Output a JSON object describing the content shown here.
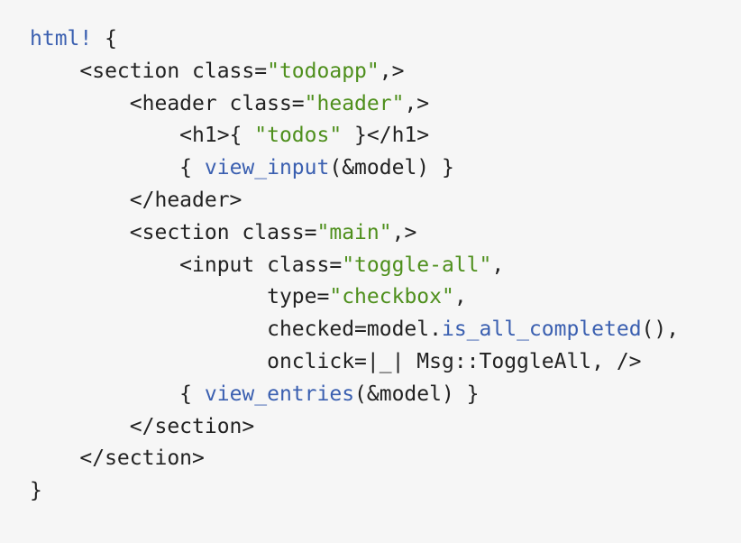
{
  "colors": {
    "background": "#f6f6f6",
    "text": "#222222",
    "keyword": "#3a5fb0",
    "string": "#4e8f1c"
  },
  "code": {
    "lines": [
      {
        "indent": "",
        "tokens": [
          {
            "t": "html!",
            "k": "macro"
          },
          {
            "t": " {",
            "k": "plain"
          }
        ]
      },
      {
        "indent": "    ",
        "tokens": [
          {
            "t": "<section class=",
            "k": "plain"
          },
          {
            "t": "\"todoapp\"",
            "k": "str"
          },
          {
            "t": ",>",
            "k": "plain"
          }
        ]
      },
      {
        "indent": "        ",
        "tokens": [
          {
            "t": "<header class=",
            "k": "plain"
          },
          {
            "t": "\"header\"",
            "k": "str"
          },
          {
            "t": ",>",
            "k": "plain"
          }
        ]
      },
      {
        "indent": "            ",
        "tokens": [
          {
            "t": "<h1>{ ",
            "k": "plain"
          },
          {
            "t": "\"todos\"",
            "k": "str"
          },
          {
            "t": " }</h1>",
            "k": "plain"
          }
        ]
      },
      {
        "indent": "            ",
        "tokens": [
          {
            "t": "{ ",
            "k": "plain"
          },
          {
            "t": "view_input",
            "k": "fn"
          },
          {
            "t": "(&model) }",
            "k": "plain"
          }
        ]
      },
      {
        "indent": "        ",
        "tokens": [
          {
            "t": "</header>",
            "k": "plain"
          }
        ]
      },
      {
        "indent": "        ",
        "tokens": [
          {
            "t": "<section class=",
            "k": "plain"
          },
          {
            "t": "\"main\"",
            "k": "str"
          },
          {
            "t": ",>",
            "k": "plain"
          }
        ]
      },
      {
        "indent": "            ",
        "tokens": [
          {
            "t": "<input class=",
            "k": "plain"
          },
          {
            "t": "\"toggle-all\"",
            "k": "str"
          },
          {
            "t": ",",
            "k": "plain"
          }
        ]
      },
      {
        "indent": "                   ",
        "tokens": [
          {
            "t": "type=",
            "k": "plain"
          },
          {
            "t": "\"checkbox\"",
            "k": "str"
          },
          {
            "t": ",",
            "k": "plain"
          }
        ]
      },
      {
        "indent": "                   ",
        "tokens": [
          {
            "t": "checked=model.",
            "k": "plain"
          },
          {
            "t": "is_all_completed",
            "k": "fn"
          },
          {
            "t": "(),",
            "k": "plain"
          }
        ]
      },
      {
        "indent": "                   ",
        "tokens": [
          {
            "t": "onclick=|_| Msg::ToggleAll, />",
            "k": "plain"
          }
        ]
      },
      {
        "indent": "            ",
        "tokens": [
          {
            "t": "{ ",
            "k": "plain"
          },
          {
            "t": "view_entries",
            "k": "fn"
          },
          {
            "t": "(&model) }",
            "k": "plain"
          }
        ]
      },
      {
        "indent": "        ",
        "tokens": [
          {
            "t": "</section>",
            "k": "plain"
          }
        ]
      },
      {
        "indent": "    ",
        "tokens": [
          {
            "t": "</section>",
            "k": "plain"
          }
        ]
      },
      {
        "indent": "",
        "tokens": [
          {
            "t": "}",
            "k": "plain"
          }
        ]
      }
    ]
  }
}
